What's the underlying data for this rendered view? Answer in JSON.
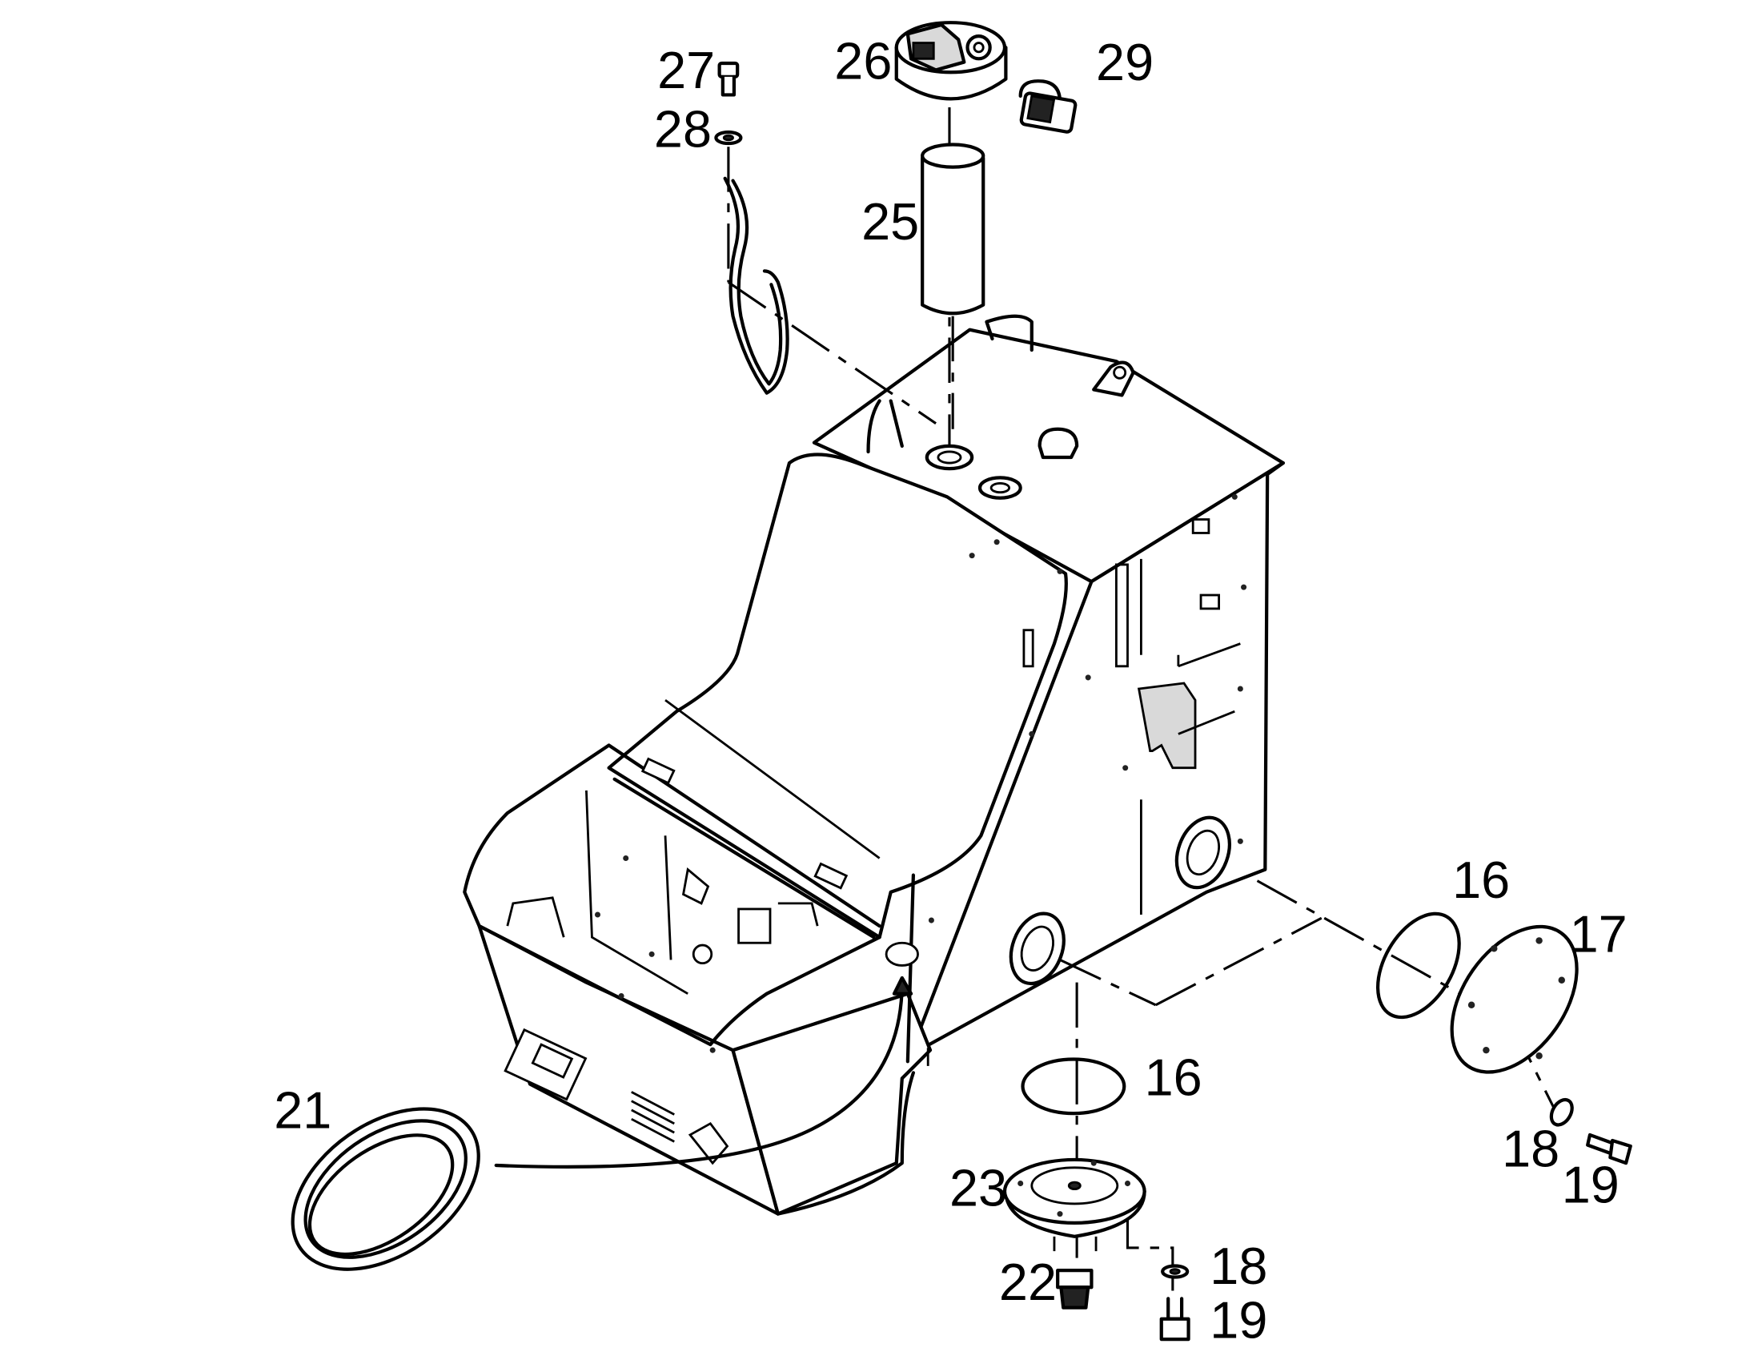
{
  "callouts": {
    "c16a": "16",
    "c16b": "16",
    "c17": "17",
    "c18a": "18",
    "c18b": "18",
    "c19a": "19",
    "c19b": "19",
    "c21": "21",
    "c22": "22",
    "c23": "23",
    "c25": "25",
    "c26": "26",
    "c27": "27",
    "c28": "28",
    "c29": "29"
  },
  "colors": {
    "line": "#000000",
    "background": "#ffffff"
  }
}
